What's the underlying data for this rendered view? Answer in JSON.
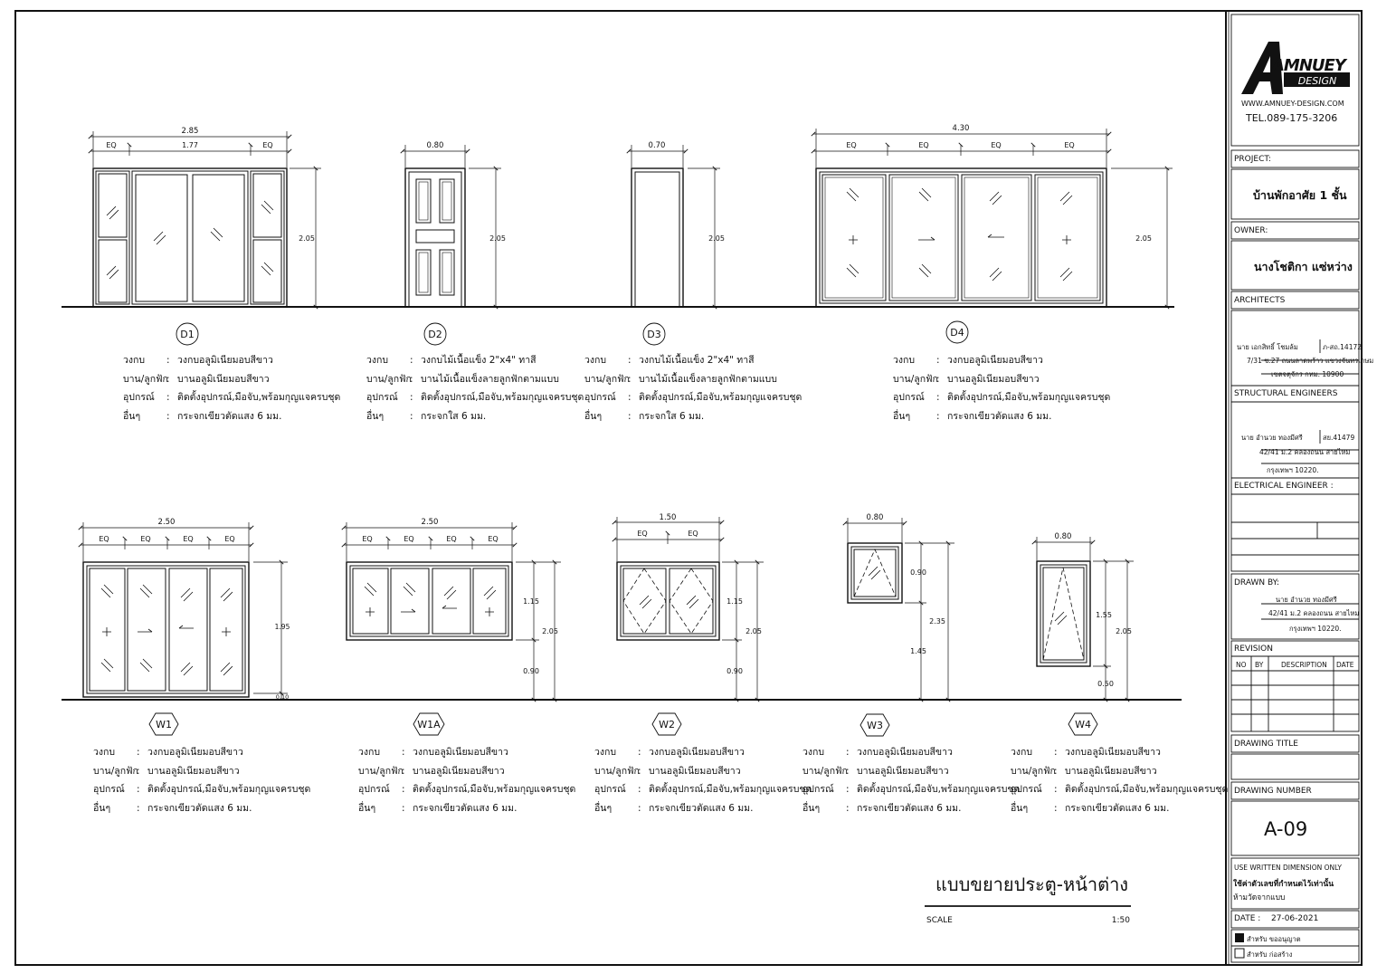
{
  "drawing_title_main": "แบบขยายประตู-หน้าต่าง",
  "scale_label": "SCALE",
  "scale_value": "1:50",
  "spec_keys": {
    "frame": "วงกบ",
    "leaf": "บาน/ลูกฟัก",
    "hardware": "อุปกรณ์",
    "other": "อื่นๆ"
  },
  "doors": [
    {
      "id": "D1",
      "frame": "วงกบอลูมิเนียมอบสีขาว",
      "leaf": "บานอลูมิเนียมอบสีขาว",
      "hardware": "ติดตั้งอุปกรณ์,มือจับ,พร้อมกุญแจครบชุด",
      "other": "กระจกเขียวตัดแสง 6 มม.",
      "width": "2.85",
      "sub_widths": [
        "EQ",
        "1.77",
        "EQ"
      ],
      "height": "2.05"
    },
    {
      "id": "D2",
      "frame": "วงกบไม้เนื้อแข็ง 2\"x4\" ทาสี",
      "leaf": "บานไม้เนื้อแข็งลายลูกฟักตามแบบ",
      "hardware": "ติดตั้งอุปกรณ์,มือจับ,พร้อมกุญแจครบชุด",
      "other": "กระจกใส 6 มม.",
      "width": "0.80",
      "height": "2.05"
    },
    {
      "id": "D3",
      "frame": "วงกบไม้เนื้อแข็ง 2\"x4\" ทาสี",
      "leaf": "บานไม้เนื้อแข็งลายลูกฟักตามแบบ",
      "hardware": "ติดตั้งอุปกรณ์,มือจับ,พร้อมกุญแจครบชุด",
      "other": "กระจกใส 6 มม.",
      "width": "0.70",
      "height": "2.05"
    },
    {
      "id": "D4",
      "frame": "วงกบอลูมิเนียมอบสีขาว",
      "leaf": "บานอลูมิเนียมอบสีขาว",
      "hardware": "ติดตั้งอุปกรณ์,มือจับ,พร้อมกุญแจครบชุด",
      "other": "กระจกเขียวตัดแสง 6 มม.",
      "width": "4.30",
      "sub_widths": [
        "EQ",
        "EQ",
        "EQ",
        "EQ"
      ],
      "height": "2.05"
    }
  ],
  "windows": [
    {
      "id": "W1",
      "frame": "วงกบอลูมิเนียมอบสีขาว",
      "leaf": "บานอลูมิเนียมอบสีขาว",
      "hardware": "ติดตั้งอุปกรณ์,มือจับ,พร้อมกุญแจครบชุด",
      "other": "กระจกเขียวตัดแสง 6 มม.",
      "width": "2.50",
      "sub_widths": [
        "EQ",
        "EQ",
        "EQ",
        "EQ"
      ],
      "height": "1.95",
      "sill": "0.10"
    },
    {
      "id": "W1A",
      "frame": "วงกบอลูมิเนียมอบสีขาว",
      "leaf": "บานอลูมิเนียมอบสีขาว",
      "hardware": "ติดตั้งอุปกรณ์,มือจับ,พร้อมกุญแจครบชุด",
      "other": "กระจกเขียวตัดแสง 6 มม.",
      "width": "2.50",
      "sub_widths": [
        "EQ",
        "EQ",
        "EQ",
        "EQ"
      ],
      "h_window": "1.15",
      "h_total": "2.05",
      "h_sill": "0.90"
    },
    {
      "id": "W2",
      "frame": "วงกบอลูมิเนียมอบสีขาว",
      "leaf": "บานอลูมิเนียมอบสีขาว",
      "hardware": "ติดตั้งอุปกรณ์,มือจับ,พร้อมกุญแจครบชุด",
      "other": "กระจกเขียวตัดแสง 6 มม.",
      "width": "1.50",
      "sub_widths": [
        "EQ",
        "EQ"
      ],
      "h_window": "1.15",
      "h_total": "2.05",
      "h_sill": "0.90"
    },
    {
      "id": "W3",
      "frame": "วงกบอลูมิเนียมอบสีขาว",
      "leaf": "บานอลูมิเนียมอบสีขาว",
      "hardware": "ติดตั้งอุปกรณ์,มือจับ,พร้อมกุญแจครบชุด",
      "other": "กระจกเขียวตัดแสง 6 มม.",
      "width": "0.80",
      "h_window": "0.90",
      "h_total": "2.35",
      "h_sill": "1.45"
    },
    {
      "id": "W4",
      "frame": "วงกบอลูมิเนียมอบสีขาว",
      "leaf": "บานอลูมิเนียมอบสีขาว",
      "hardware": "ติดตั้งอุปกรณ์,มือจับ,พร้อมกุญแจครบชุด",
      "other": "กระจกเขียวตัดแสง 6 มม.",
      "width": "0.80",
      "h_window": "1.55",
      "h_total": "2.05",
      "h_sill": "0.50"
    }
  ],
  "title_block": {
    "logo_main": "AMNUEY",
    "logo_sub": "DESIGN",
    "website": "WWW.AMNUEY-DESIGN.COM",
    "phone": "TEL.089-175-3206",
    "project_label": "PROJECT:",
    "project_name": "บ้านพักอาศัย 1 ชั้น",
    "owner_label": "OWNER:",
    "owner_name": "นางโชติกา แซ่หว่าง",
    "architects_label": "ARCHITECTS",
    "architect_name": "นาย เอกสิทธิ์ โชมล้ม",
    "architect_license": "ภ-สถ.14172",
    "architect_addr1": "7/31 ซ.27 ถนนลาดพร้าว แขวงจันทรเกษม",
    "architect_addr2": "เขตจตุจักร กทม. 10900",
    "structural_label": "STRUCTURAL ENGINEERS",
    "structural_name": "นาย อำนวย ทองมีศรี",
    "structural_license": "สย.41479",
    "structural_addr1": "42/41 ม.2 คลองถนน สายไหม",
    "structural_addr2": "กรุงเทพฯ 10220.",
    "electrical_label": "ELECTRICAL ENGINEER :",
    "drawn_by_label": "DRAWN BY:",
    "drawn_name": "นาย อำนวย ทองมีศรี",
    "drawn_addr1": "42/41 ม.2 คลองถนน สายไหม",
    "drawn_addr2": "กรุงเทพฯ 10220.",
    "revision_label": "REVISION",
    "rev_headers": [
      "NO",
      "BY",
      "DESCRIPTION",
      "DATE"
    ],
    "drawing_title_label": "DRAWING TITLE",
    "drawing_number_label": "DRAWING NUMBER",
    "drawing_number": "A-09",
    "note_en": "USE WRITTEN DIMENSION ONLY",
    "note_th1": "ใช้ค่าตัวเลขที่กำหนดไว้เท่านั้น",
    "note_th2": "ห้ามวัดจากแบบ",
    "date_label": "DATE :",
    "date_value": "27-06-2021",
    "check1": "สำหรับ ขออนุญาต",
    "check2": "สำหรับ ก่อสร้าง"
  }
}
